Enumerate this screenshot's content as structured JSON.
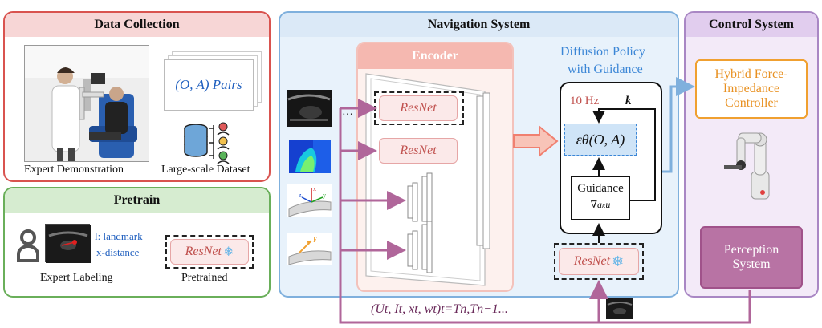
{
  "data_collection": {
    "title": "Data Collection",
    "expert_demo_caption": "Expert Demonstration",
    "pairs_label": "(O, A) Pairs",
    "dataset_caption": "Large-scale Dataset"
  },
  "pretrain": {
    "title": "Pretrain",
    "landmark_label": "l: landmark",
    "distance_label": "x-distance",
    "expert_labeling_caption": "Expert Labeling",
    "resnet_label": "ResNet",
    "pretrained_caption": "Pretrained"
  },
  "navigation": {
    "title": "Navigation System",
    "encoder_title": "Encoder",
    "resnet_label": "ResNet",
    "ellipsis": "···",
    "policy_title_line1": "Diffusion Policy",
    "policy_title_line2": "with Guidance",
    "frequency": "10 Hz",
    "k_label": "k",
    "epsilon_label": "εθ(O, A)",
    "guidance_label": "Guidance",
    "gradient_label": "∇aₖu",
    "history_formula": "(Ut, It, xt, wt)t=Tn,Tn−1..."
  },
  "control": {
    "title": "Control System",
    "controller_label": "Hybrid Force-Impedance Controller",
    "perception_label": "Perception System"
  },
  "colors": {
    "red_border": "#d9534f",
    "red_header": "#f7d6d6",
    "green_border": "#6aaf5a",
    "green_header": "#d6ecd0",
    "blue_border": "#7fb0dd",
    "blue_bg": "#e8f2fb",
    "purple_border": "#a987c4",
    "purple_bg": "#f3eaf8",
    "arrow_purple": "#b0669a",
    "orange": "#f0a030"
  }
}
